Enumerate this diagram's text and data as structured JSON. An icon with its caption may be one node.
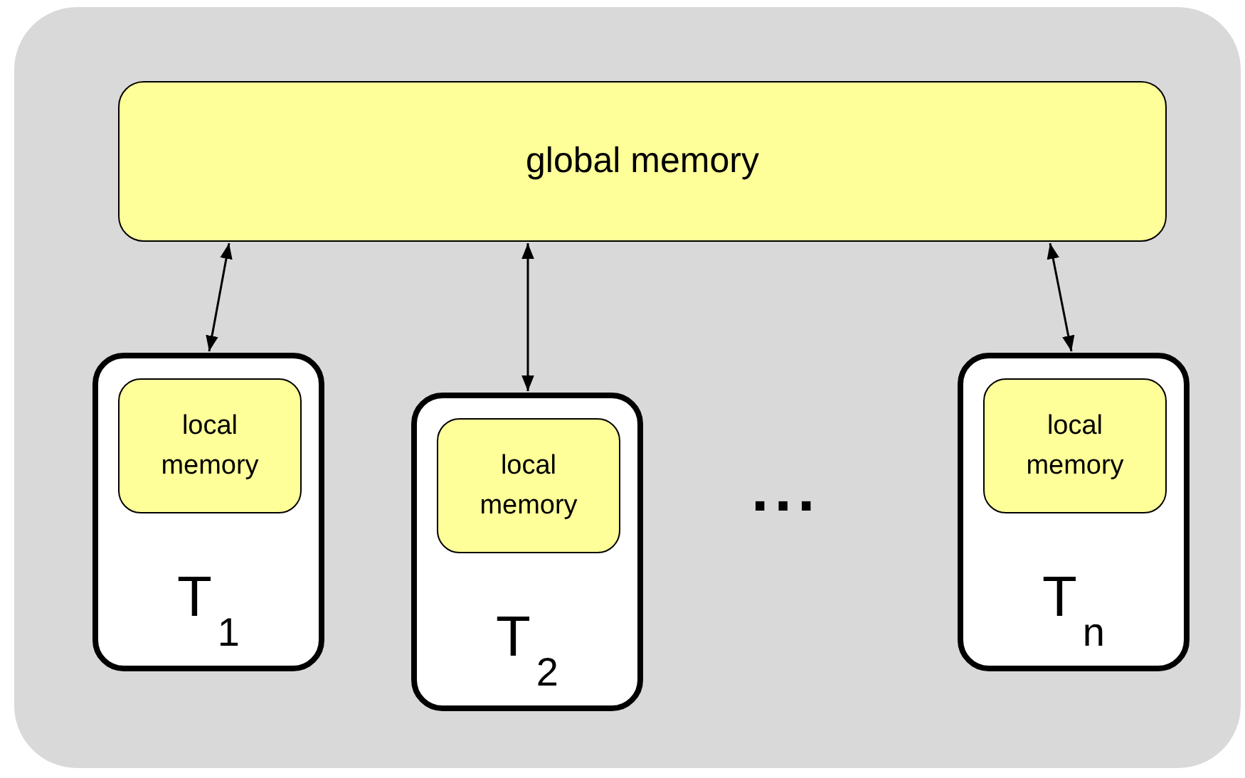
{
  "diagram": {
    "nodes": [
      {
        "text": [],
        "shape": "box"
      },
      {
        "text": [
          "global memory"
        ],
        "in": 0
      },
      {
        "text": [
          "T$_{1}$"
        ],
        "in": 0
      },
      {
        "text": [
          "local memory"
        ],
        "in": 2
      },
      {
        "text": [
          "T$_{2}$"
        ],
        "in": 0
      },
      {
        "text": [
          "local memory"
        ],
        "in": 4
      },
      {
        "text": [
          "T$_{n}$"
        ],
        "in": 0
      },
      {
        "text": [
          "local memory"
        ],
        "in": 6
      }
    ],
    "edges": [
      {
        "from": 1,
        "to": 2,
        "arrow": "both"
      },
      {
        "from": 1,
        "to": 4,
        "arrow": "both"
      },
      {
        "from": 1,
        "to": 6,
        "arrow": "both"
      }
    ],
    "labels": [
      "..."
    ]
  }
}
